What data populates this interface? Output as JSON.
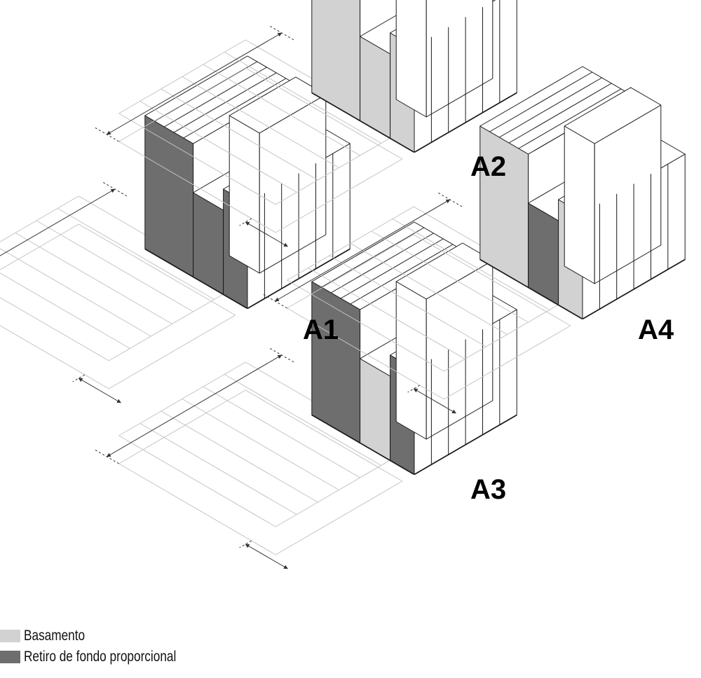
{
  "figure": {
    "scenarios": [
      {
        "label": "A1",
        "basamento": "dark",
        "fondo": "dark"
      },
      {
        "label": "A2",
        "basamento": "light",
        "fondo": "light"
      },
      {
        "label": "A3",
        "basamento": "dark",
        "fondo": "light"
      },
      {
        "label": "A4",
        "basamento": "light",
        "fondo": "dark"
      }
    ]
  },
  "legend": {
    "items": [
      {
        "label": "Basamento",
        "color": "#d2d2d2"
      },
      {
        "label": "Retiro de fondo proporcional",
        "color": "#6e6e6e"
      }
    ]
  },
  "colors": {
    "light_fill": "#d2d2d2",
    "dark_fill": "#6e6e6e",
    "line": "#1a1a1a",
    "ghost_line": "#c4c4c4"
  }
}
